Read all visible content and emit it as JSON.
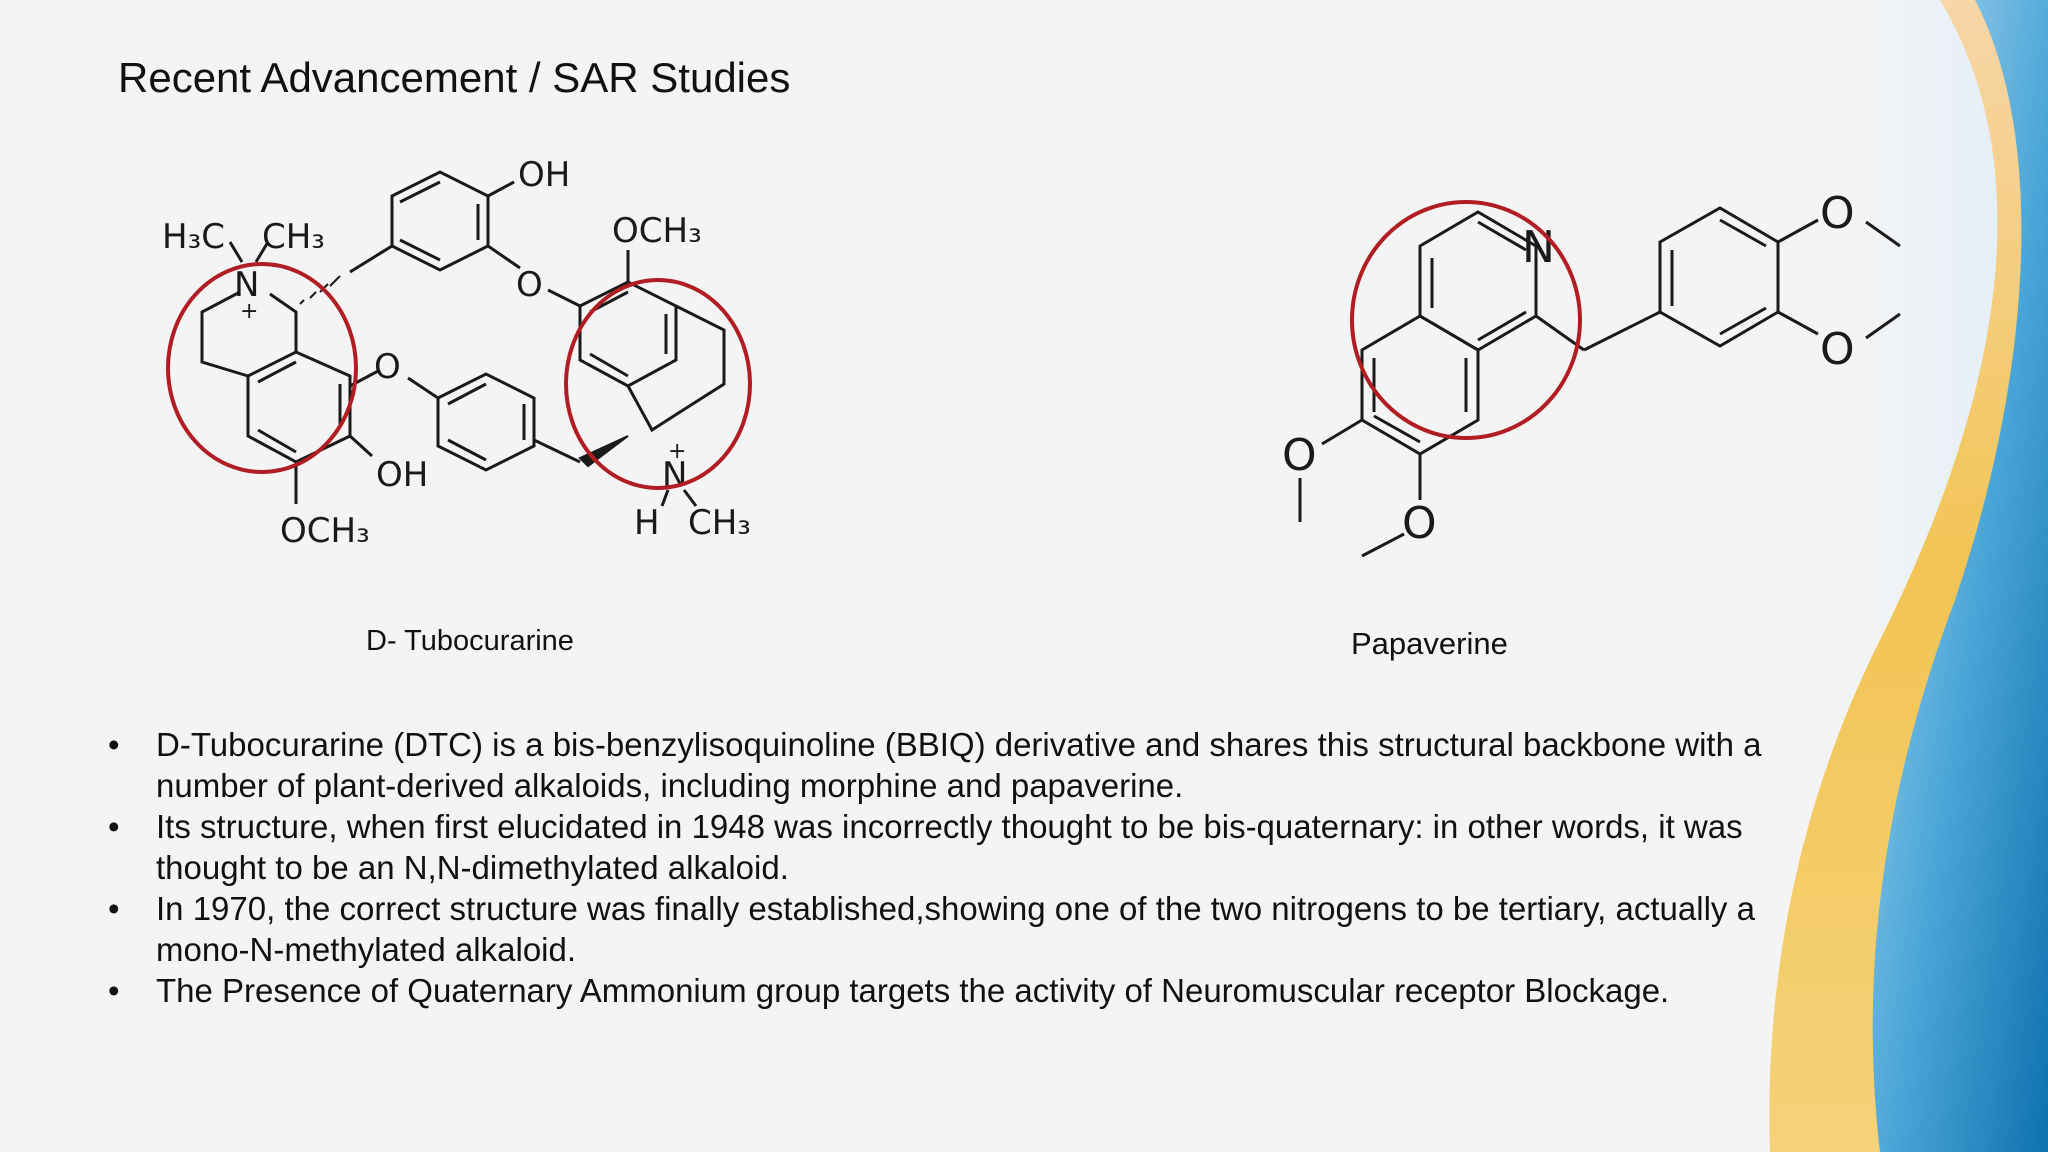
{
  "slide": {
    "title": "Recent Advancement / SAR Studies",
    "accent_colors": {
      "ring_highlight": "#b01e23",
      "wave_blue": "#1d88c4",
      "wave_light_blue": "#bcdcf0",
      "wave_gold": "#f2c453",
      "wave_peach": "#f7d6a8"
    }
  },
  "molecules": {
    "tubocurarine": {
      "name": "D- Tubocurarine",
      "labels": {
        "oh_top": "OH",
        "och3_right": "OCH₃",
        "h3c": "H₃C",
        "ch3_left": "CH₃",
        "n_left": "N",
        "plus_left": "+",
        "o_bridge_top": "O",
        "o_bridge_left": "O",
        "oh_bottom": "OH",
        "och3_bottom": "OCH₃",
        "plus_right": "+",
        "n_right": "N",
        "h_right": "H",
        "ch3_right": "CH₃"
      }
    },
    "papaverine": {
      "name": "Papaverine",
      "labels": {
        "n": "N",
        "o_top_right": "O",
        "o_mid_right": "O",
        "o_left": "O",
        "o_bottom": "O"
      }
    }
  },
  "bullets": [
    {
      "marker": "•",
      "text": "D-Tubocurarine (DTC) is a bis-benzylisoquinoline (BBIQ) derivative and shares this structural backbone with a number of plant-derived alkaloids, including morphine and papaverine."
    },
    {
      "marker": "•",
      "text": "Its structure, when first elucidated in 1948 was incorrectly thought to be bis-quaternary: in other words, it was thought to be an N,N-dimethylated alkaloid."
    },
    {
      "marker": "•",
      "text": "In 1970, the correct structure was finally established,showing one of the two nitrogens to be tertiary, actually a mono-N-methylated alkaloid."
    },
    {
      "marker": "•",
      "text": "The Presence of Quaternary Ammonium group targets the activity of Neuromuscular receptor Blockage."
    }
  ]
}
